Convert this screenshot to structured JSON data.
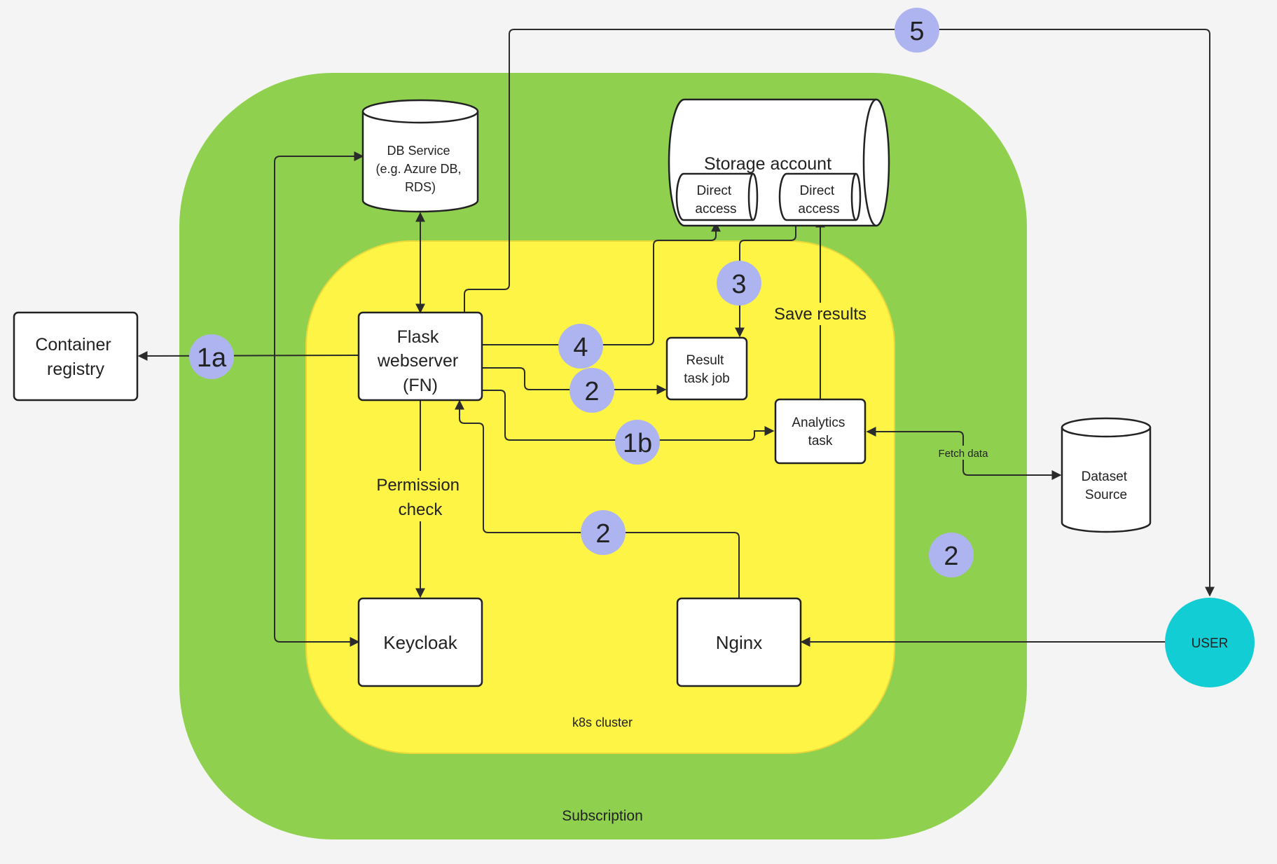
{
  "colors": {
    "subscription": "#8fd14f",
    "cluster": "#fef445",
    "badge": "#aeb4f0",
    "user": "#12cdd4",
    "stroke": "#222222"
  },
  "regions": {
    "subscription_label": "Subscription",
    "cluster_label": "k8s cluster"
  },
  "nodes": {
    "container_registry": [
      "Container",
      "registry"
    ],
    "flask": [
      "Flask",
      "webserver",
      "(FN)"
    ],
    "keycloak": "Keycloak",
    "nginx": "Nginx",
    "db_service": [
      "DB Service",
      "(e.g. Azure DB,",
      "RDS)"
    ],
    "storage_account": "Storage account",
    "direct_access_1": [
      "Direct",
      "access"
    ],
    "direct_access_2": [
      "Direct",
      "access"
    ],
    "result_task_job": [
      "Result",
      "task job"
    ],
    "analytics_task": [
      "Analytics",
      "task"
    ],
    "dataset_source": [
      "Dataset",
      "Source"
    ],
    "user": "USER"
  },
  "edge_labels": {
    "permission_check": [
      "Permission",
      "check"
    ],
    "save_results": "Save results",
    "fetch_data": "Fetch data"
  },
  "badges": {
    "b5": "5",
    "b3": "3",
    "b4": "4",
    "b1a": "1a",
    "b2_result": "2",
    "b1b": "1b",
    "b2_nginx": "2",
    "b2_outside": "2"
  }
}
